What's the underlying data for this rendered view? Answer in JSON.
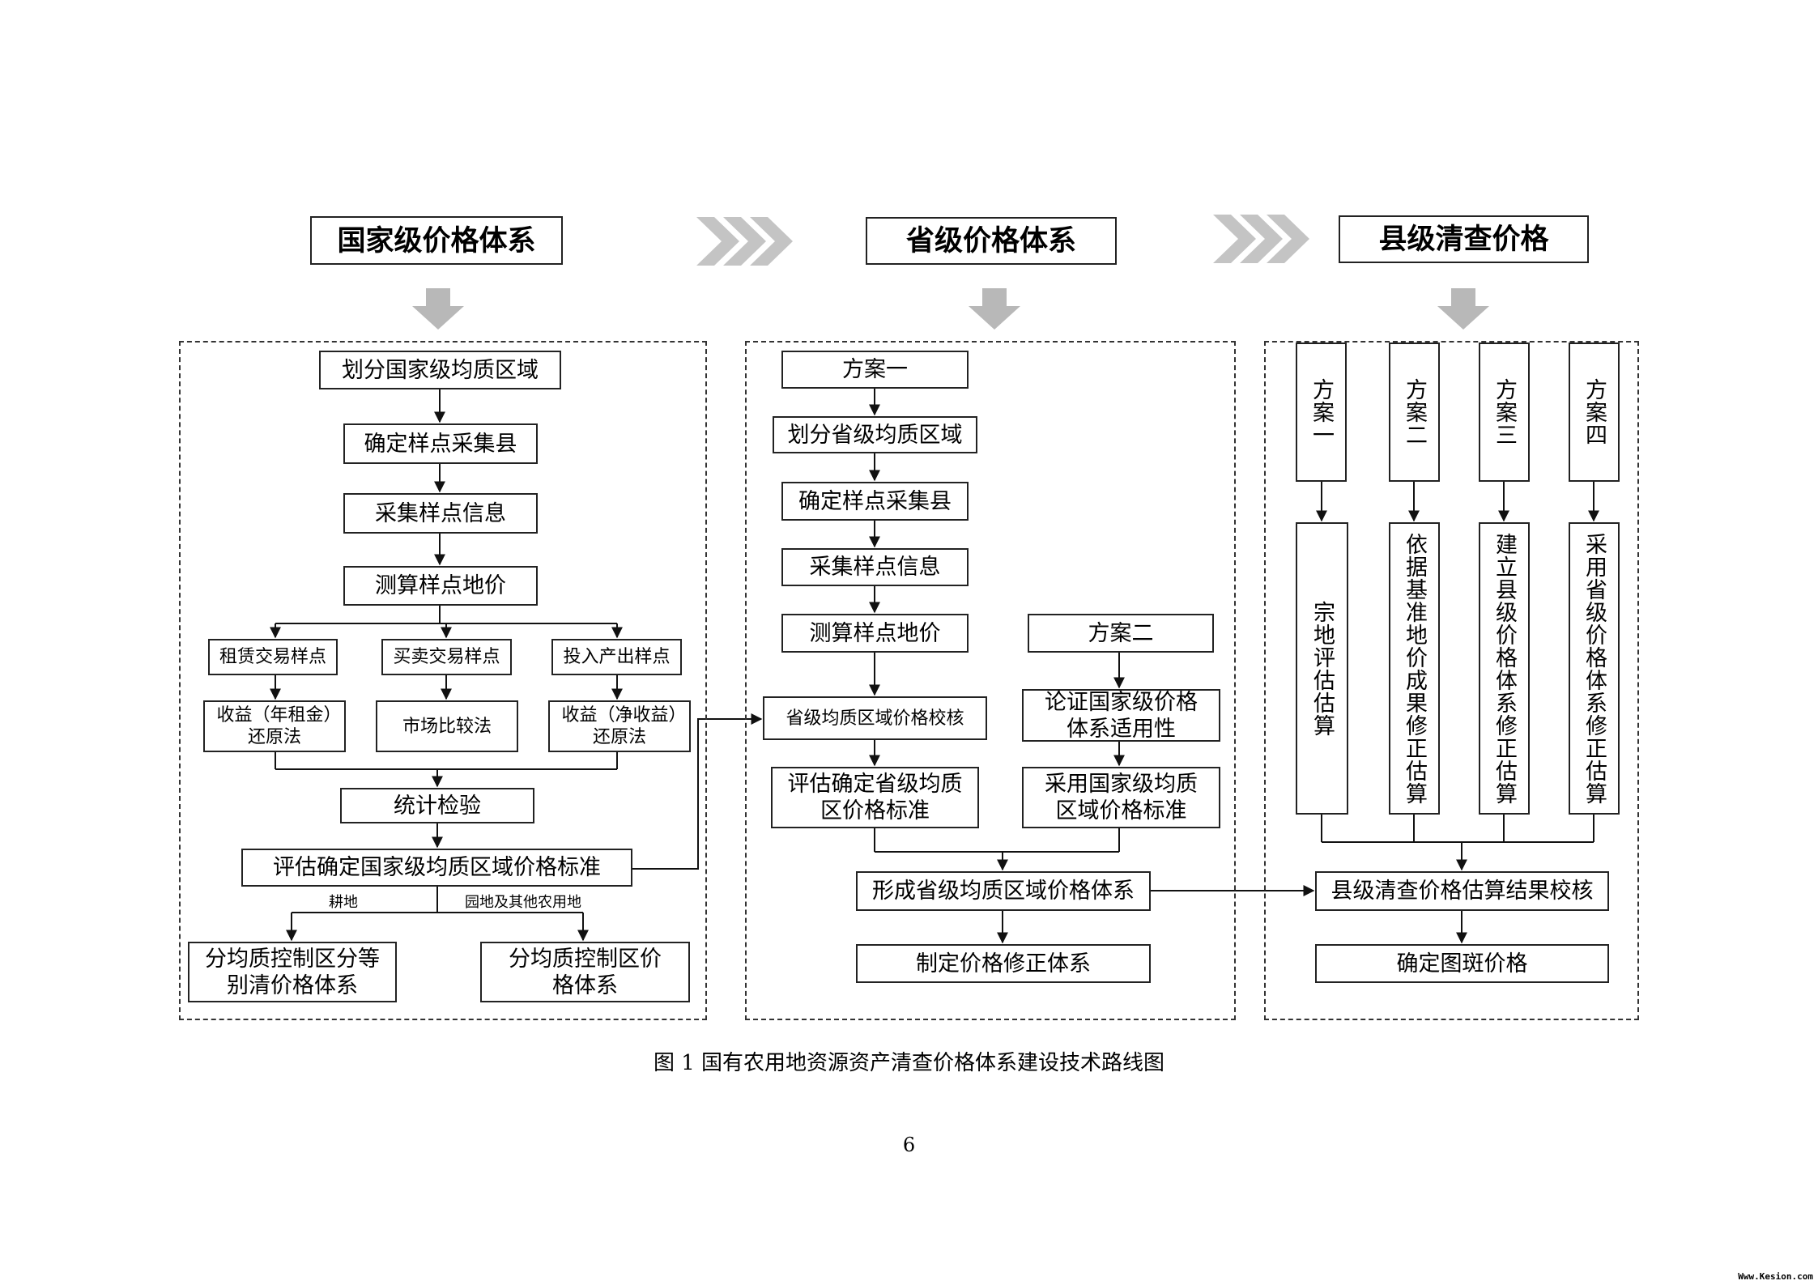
{
  "headers": {
    "national": "国家级价格体系",
    "provincial": "省级价格体系",
    "county": "县级清查价格"
  },
  "national": {
    "divide": "划分国家级均质区域",
    "county_select": "确定样点采集县",
    "collect": "采集样点信息",
    "calc": "测算样点地价",
    "lease": "租赁交易样点",
    "trade": "买卖交易样点",
    "input_output": "投入产出样点",
    "income_rent": "收益（年租金）还原法",
    "market": "市场比较法",
    "income_net": "收益（净收益）还原法",
    "stat": "统计检验",
    "standard": "评估确定国家级均质区域价格标准",
    "label_farmland": "耕地",
    "label_garden": "园地及其他农用地",
    "grade_system": "分均质控制区分等别清价格体系",
    "price_system": "分均质控制区价格体系"
  },
  "provincial": {
    "plan1": "方案一",
    "divide": "划分省级均质区域",
    "county_select": "确定样点采集县",
    "collect": "采集样点信息",
    "calc": "测算样点地价",
    "check": "省级均质区域价格校核",
    "eval_standard": "评估确定省级均质区价格标准",
    "plan2": "方案二",
    "verify": "论证国家级价格体系适用性",
    "adopt": "采用国家级均质区域价格标准",
    "form": "形成省级均质区域价格体系",
    "correction": "制定价格修正体系"
  },
  "county": {
    "plan1": "方案一",
    "plan2": "方案二",
    "plan3": "方案三",
    "plan4": "方案四",
    "method1": "宗地评估估算",
    "method2": "依据基准地价成果修正估算",
    "method3": "建立县级价格体系修正估算",
    "method4": "采用省级价格体系修正估算",
    "check": "县级清查价格估算结果校核",
    "determine": "确定图斑价格"
  },
  "caption": "图 1  国有农用地资源资产清查价格体系建设技术路线图",
  "page_number": "6",
  "watermark": "Www.Kesion.com"
}
